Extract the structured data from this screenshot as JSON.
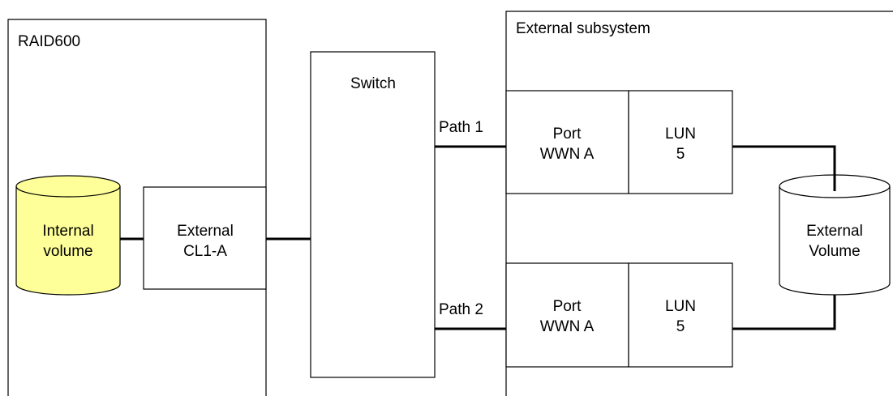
{
  "raid": {
    "title": "RAID600"
  },
  "internal_volume": {
    "line1": "Internal",
    "line2": "volume",
    "color": "#ffff99"
  },
  "external_port": {
    "line1": "External",
    "line2": "CL1-A"
  },
  "switch": {
    "label": "Switch"
  },
  "external_subsystem": {
    "title": "External subsystem"
  },
  "paths": [
    {
      "label": "Path 1",
      "port_line1": "Port",
      "port_line2": "WWN A",
      "lun_line1": "LUN",
      "lun_line2": "5"
    },
    {
      "label": "Path 2",
      "port_line1": "Port",
      "port_line2": "WWN A",
      "lun_line1": "LUN",
      "lun_line2": "5"
    }
  ],
  "external_volume": {
    "line1": "External",
    "line2": "Volume",
    "color": "#ffffff"
  }
}
